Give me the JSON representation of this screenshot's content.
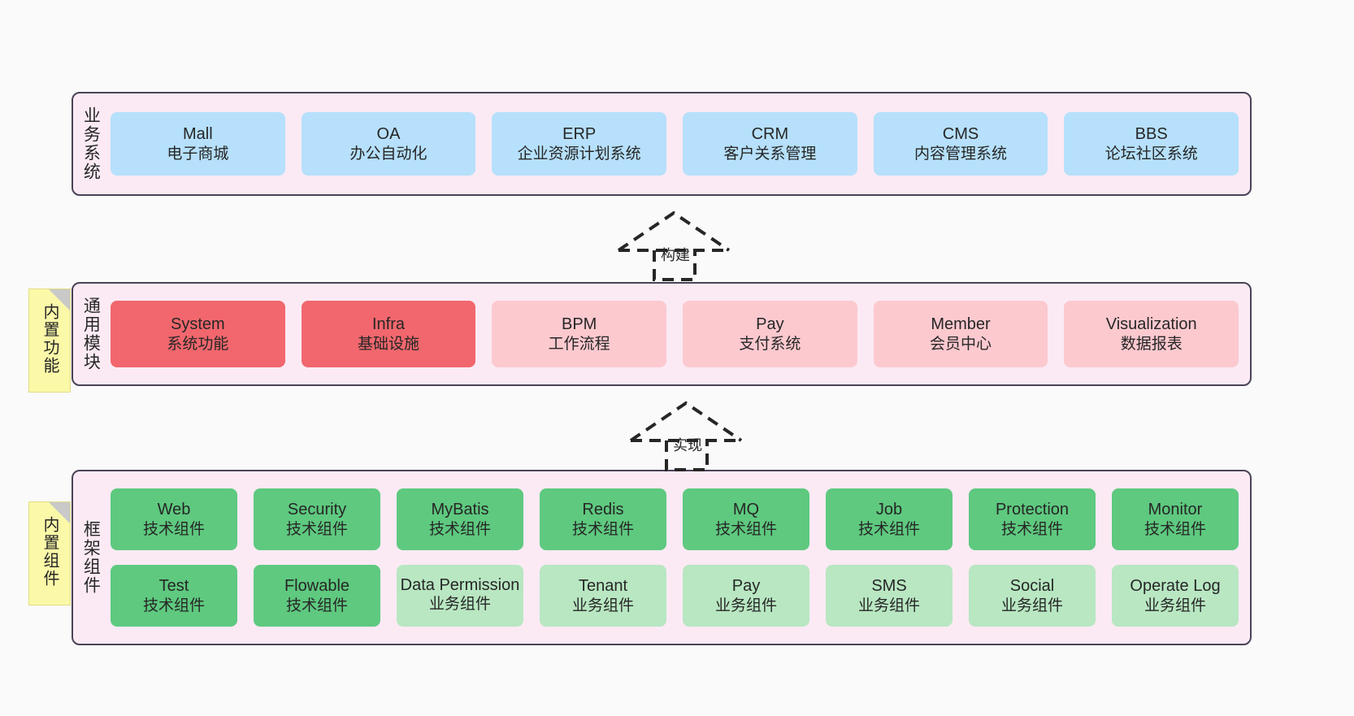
{
  "diagram": {
    "title": "",
    "colors": {
      "layer_bg": "#fbeaf4",
      "layer_border": "#4a4356",
      "business": "#b6e0fb",
      "core_module": "#f1676d",
      "module": "#fcc9cf",
      "tech_component": "#5ec97f",
      "biz_component": "#b8e7c2",
      "sticky": "#fbf8a8",
      "canvas": "#fafafa"
    }
  },
  "layers": [
    {
      "id": "business-system",
      "title": "业务系统",
      "sticky": null,
      "rows": [
        {
          "cards": [
            {
              "en": "Mall",
              "cn": "电子商城",
              "style": "blue"
            },
            {
              "en": "OA",
              "cn": "办公自动化",
              "style": "blue"
            },
            {
              "en": "ERP",
              "cn": "企业资源计划系统",
              "style": "blue"
            },
            {
              "en": "CRM",
              "cn": "客户关系管理",
              "style": "blue"
            },
            {
              "en": "CMS",
              "cn": "内容管理系统",
              "style": "blue"
            },
            {
              "en": "BBS",
              "cn": "论坛社区系统",
              "style": "blue"
            }
          ]
        }
      ]
    },
    {
      "id": "common-module",
      "title": "通用模块",
      "sticky": "内置功能",
      "rows": [
        {
          "cards": [
            {
              "en": "System",
              "cn": "系统功能",
              "style": "red"
            },
            {
              "en": "Infra",
              "cn": "基础设施",
              "style": "red"
            },
            {
              "en": "BPM",
              "cn": "工作流程",
              "style": "pink"
            },
            {
              "en": "Pay",
              "cn": "支付系统",
              "style": "pink"
            },
            {
              "en": "Member",
              "cn": "会员中心",
              "style": "pink"
            },
            {
              "en": "Visualization",
              "cn": "数据报表",
              "style": "pink"
            }
          ]
        }
      ]
    },
    {
      "id": "framework-component",
      "title": "框架组件",
      "sticky": "内置组件",
      "rows": [
        {
          "cards": [
            {
              "en": "Web",
              "cn": "技术组件",
              "style": "green"
            },
            {
              "en": "Security",
              "cn": "技术组件",
              "style": "green"
            },
            {
              "en": "MyBatis",
              "cn": "技术组件",
              "style": "green"
            },
            {
              "en": "Redis",
              "cn": "技术组件",
              "style": "green"
            },
            {
              "en": "MQ",
              "cn": "技术组件",
              "style": "green"
            },
            {
              "en": "Job",
              "cn": "技术组件",
              "style": "green"
            },
            {
              "en": "Protection",
              "cn": "技术组件",
              "style": "green"
            },
            {
              "en": "Monitor",
              "cn": "技术组件",
              "style": "green"
            }
          ]
        },
        {
          "cards": [
            {
              "en": "Test",
              "cn": "技术组件",
              "style": "green"
            },
            {
              "en": "Flowable",
              "cn": "技术组件",
              "style": "green"
            },
            {
              "en": "Data Permission",
              "cn": "业务组件",
              "style": "mint"
            },
            {
              "en": "Tenant",
              "cn": "业务组件",
              "style": "mint"
            },
            {
              "en": "Pay",
              "cn": "业务组件",
              "style": "mint"
            },
            {
              "en": "SMS",
              "cn": "业务组件",
              "style": "mint"
            },
            {
              "en": "Social",
              "cn": "业务组件",
              "style": "mint"
            },
            {
              "en": "Operate Log",
              "cn": "业务组件",
              "style": "mint"
            }
          ]
        }
      ]
    }
  ],
  "connectors": [
    {
      "id": "build",
      "label": "构建",
      "from": "common-module",
      "to": "business-system"
    },
    {
      "id": "implement",
      "label": "实现",
      "from": "framework-component",
      "to": "common-module"
    }
  ]
}
